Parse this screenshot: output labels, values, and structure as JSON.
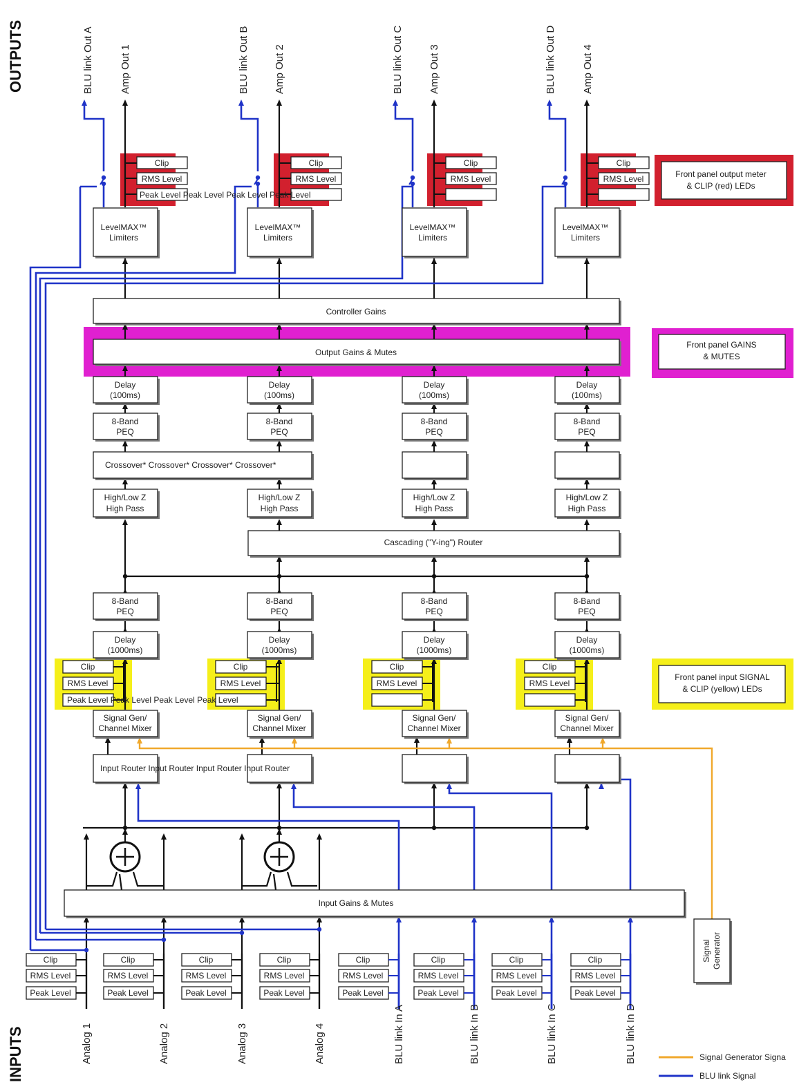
{
  "side_labels": {
    "outputs": "OUTPUTS",
    "inputs": "INPUTS"
  },
  "outputs": [
    {
      "blu": "BLU link Out A",
      "amp": "Amp Out 1"
    },
    {
      "blu": "BLU link Out B",
      "amp": "Amp Out 2"
    },
    {
      "blu": "BLU link Out C",
      "amp": "Amp Out 3"
    },
    {
      "blu": "BLU link Out D",
      "amp": "Amp Out 4"
    }
  ],
  "meter": {
    "clip": "Clip",
    "rms": "RMS Level",
    "peak": "Peak Level"
  },
  "output_meter_peak_row": "Peak Level Peak Level Peak Level Peak Level",
  "limiter": {
    "line1": "LevelMAX™",
    "line2": "Limiters"
  },
  "controller_gains": "Controller Gains",
  "output_gains": "Output Gains & Mutes",
  "notes": {
    "output_meter": [
      "Front panel output meter",
      "& CLIP (red) LEDs"
    ],
    "gains": [
      "Front panel GAINS",
      "& MUTES"
    ],
    "input_signal": [
      "Front panel input SIGNAL",
      "& CLIP (yellow) LEDs"
    ]
  },
  "delay_out": [
    "Delay",
    "(100ms)"
  ],
  "peq": [
    "8-Band",
    "PEQ"
  ],
  "crossover_row": "Crossover* Crossover* Crossover* Crossover*",
  "highpass": [
    "High/Low Z",
    "High Pass"
  ],
  "cascading_router": "Cascading (\"Y-ing\") Router",
  "delay_in": [
    "Delay",
    "(1000ms)"
  ],
  "input_meter_peak_row": "Peak Level Peak Level Peak Level Peak Level",
  "signal_gen_mixer": [
    "Signal Gen/",
    "Channel Mixer"
  ],
  "input_router_row": "Input Router Input Router Input Router Input Router",
  "input_gains": "Input Gains & Mutes",
  "signal_generator": [
    "Signal",
    "Generator"
  ],
  "inputs": [
    "Analog 1",
    "Analog 2",
    "Analog 3",
    "Analog 4",
    "BLU link In A",
    "BLU link In B",
    "BLU link In C",
    "BLU link In D"
  ],
  "legend": [
    {
      "label": "Signal Generator Signa",
      "color": "#f0a82c"
    },
    {
      "label": "BLU link Signal",
      "color": "#1f33c8"
    }
  ],
  "colors": {
    "red_highlight": "#d2202e",
    "magenta_highlight": "#e020d0",
    "yellow_highlight": "#f5ef1a",
    "blue_signal": "#1f33c8",
    "orange_signal": "#f0a82c"
  }
}
